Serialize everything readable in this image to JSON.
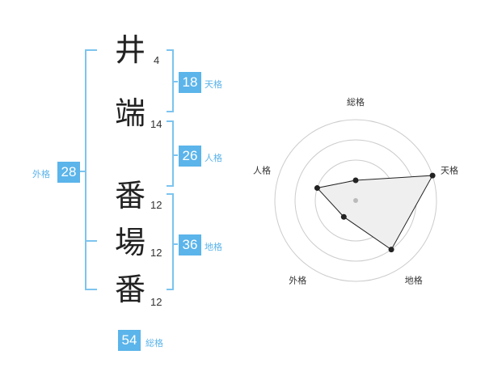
{
  "characters": [
    {
      "char": "井",
      "strokes": "4"
    },
    {
      "char": "端",
      "strokes": "14"
    },
    {
      "char": "番",
      "strokes": "12"
    },
    {
      "char": "場",
      "strokes": "12"
    },
    {
      "char": "番",
      "strokes": "12"
    }
  ],
  "grids": {
    "tenkaku": {
      "value": "18",
      "label": "天格"
    },
    "jinkaku": {
      "value": "26",
      "label": "人格"
    },
    "chikaku": {
      "value": "36",
      "label": "地格"
    },
    "gaikaku": {
      "value": "28",
      "label": "外格"
    },
    "soukaku": {
      "value": "54",
      "label": "総格"
    }
  },
  "colors": {
    "accent": "#5bb4ea",
    "bracket": "#7cc4ef",
    "radar_fill": "#efefef"
  },
  "chart_data": {
    "type": "radar",
    "axes": [
      "総格",
      "天格",
      "地格",
      "外格",
      "人格"
    ],
    "values": [
      1,
      4,
      3,
      1,
      2
    ],
    "max": 4,
    "rings": 4
  }
}
